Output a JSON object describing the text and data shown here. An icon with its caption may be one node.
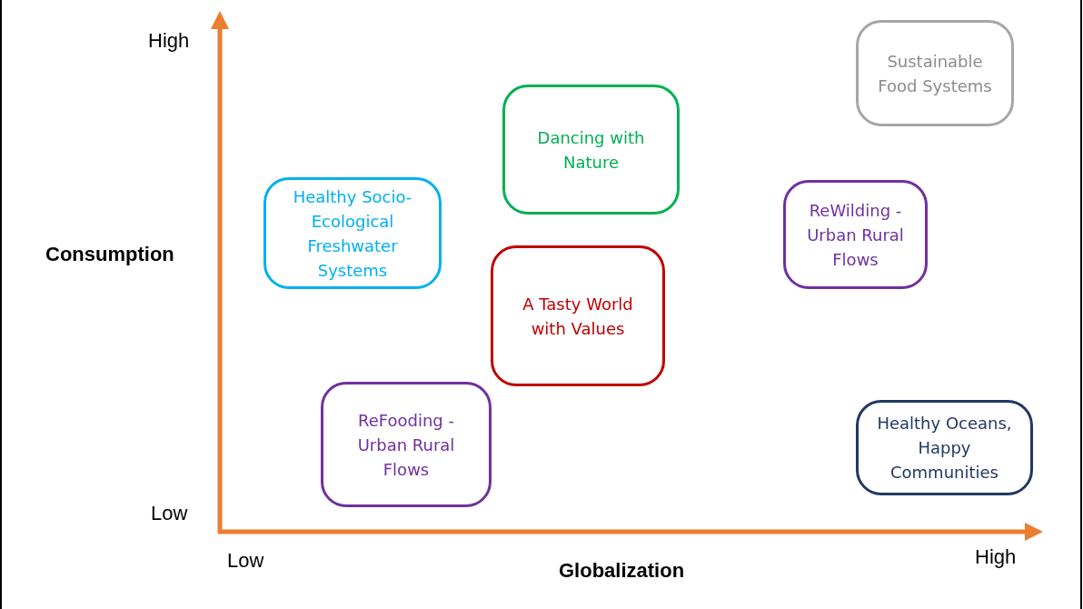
{
  "diagram": {
    "nodes": [
      {
        "text": [
          "Sustainable Food Systems"
        ]
      },
      {
        "text": [
          "Dancing with Nature"
        ]
      },
      {
        "text": [
          "Healthy Socio-Ecological Freshwater Systems"
        ]
      },
      {
        "text": [
          "ReWilding - Urban Rural Flows"
        ]
      },
      {
        "text": [
          "A Tasty World with Values"
        ]
      },
      {
        "text": [
          "ReFooding - Urban Rural Flows"
        ]
      },
      {
        "text": [
          "Healthy Oceans, Happy Communities"
        ]
      }
    ],
    "edges": [],
    "labels": [
      "High",
      "Consumption",
      "Low",
      "Low",
      "Globalization",
      "High"
    ]
  }
}
